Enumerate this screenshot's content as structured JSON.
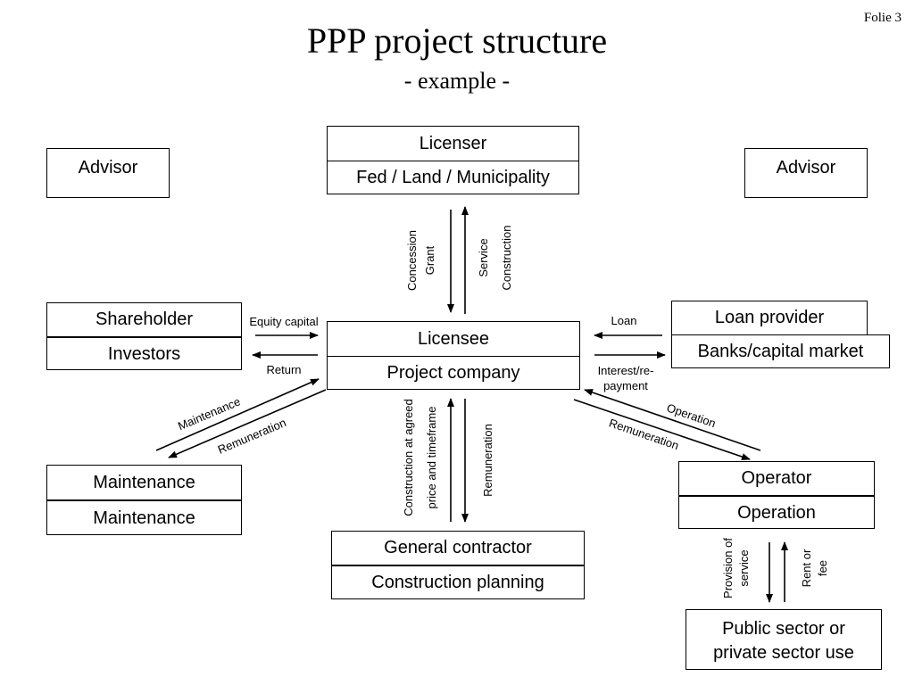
{
  "slide_number": "Folie 3",
  "title": "PPP project structure",
  "subtitle": "- example -",
  "boxes": {
    "licenser": {
      "top": "Licenser",
      "bottom": "Fed / Land / Municipality"
    },
    "advisor_left": "Advisor",
    "advisor_right": "Advisor",
    "shareholder": {
      "top": "Shareholder",
      "bottom": "Investors"
    },
    "licensee": {
      "top": "Licensee",
      "bottom": "Project company"
    },
    "loan_provider": {
      "top": "Loan provider",
      "bottom": "Banks/capital market"
    },
    "maintenance": {
      "top": "Maintenance",
      "bottom": "Maintenance"
    },
    "general_contractor": {
      "top": "General contractor",
      "bottom": "Construction planning"
    },
    "operator": {
      "top": "Operator",
      "bottom": "Operation"
    },
    "public_use": {
      "line1": "Public sector or",
      "line2": "private sector use"
    }
  },
  "labels": {
    "concession": {
      "line1": "Concession",
      "line2": "Grant"
    },
    "service": {
      "line1": "Service",
      "line2": "Construction"
    },
    "equity_capital": "Equity capital",
    "return": "Return",
    "loan": "Loan",
    "interest": {
      "line1": "Interest/re-",
      "line2": "payment"
    },
    "maintenance": "Maintenance",
    "remuneration_left": "Remuneration",
    "construction": {
      "line1": "Construction at agreed",
      "line2": "price and timeframe"
    },
    "remuneration_center": "Remuneration",
    "operation": "Operation",
    "remuneration_right": "Remuneration",
    "provision": {
      "line1": "Provision of",
      "line2": "service"
    },
    "rent": {
      "line1": "Rent or",
      "line2": "fee"
    }
  }
}
